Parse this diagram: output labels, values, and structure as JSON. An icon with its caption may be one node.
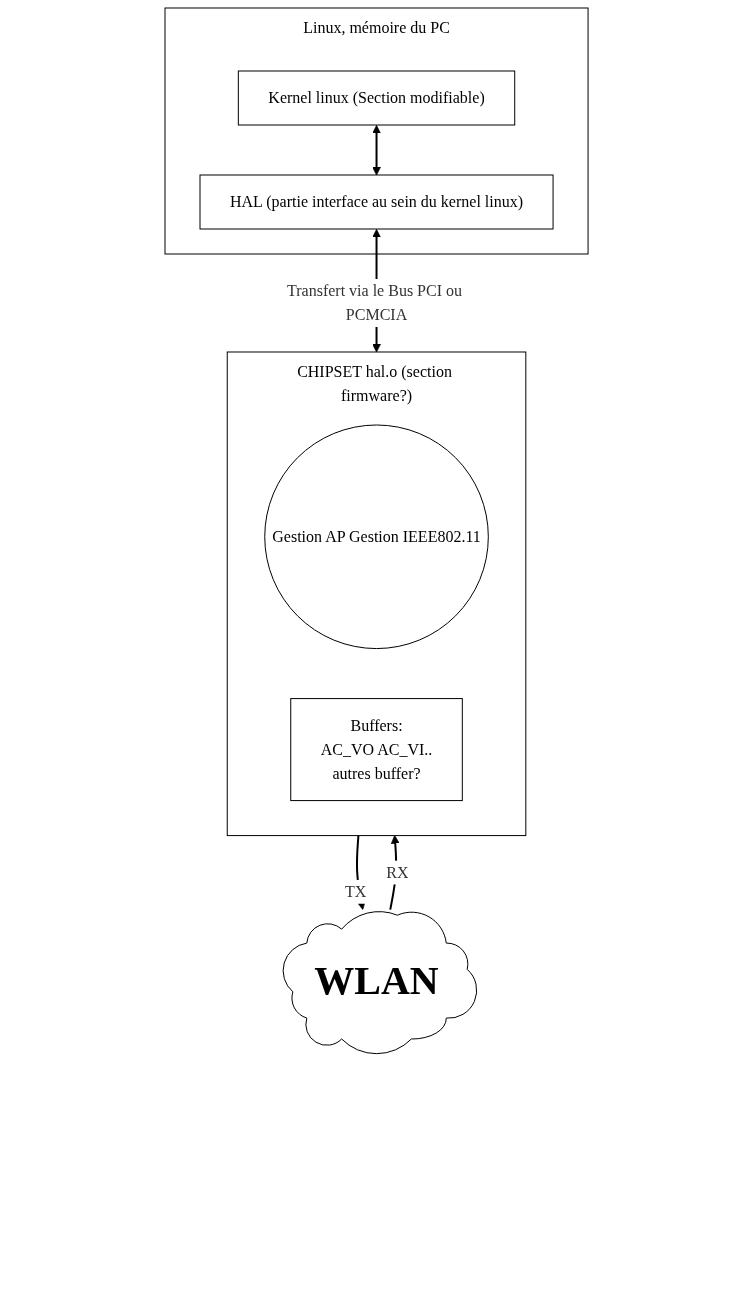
{
  "diagram": {
    "nodes": [
      {
        "text": [
          "Linux, mémoire du PC"
        ]
      },
      {
        "text": [
          "Kernel linux (Section modifiable)"
        ],
        "in": 0
      },
      {
        "text": [
          "HAL (partie interface au sein du kernel linux)"
        ],
        "in": 0
      },
      {
        "text": [
          "CHIPSET hal.o (section firmware?)"
        ]
      },
      {
        "text": [
          "Gestion AP Gestion IEEE802.11"
        ],
        "in": 3
      },
      {
        "text": [
          "Buffers:",
          "AC_VO AC_VI..",
          "autres buffer?"
        ],
        "in": 3
      },
      {
        "text": [
          "WLAN"
        ]
      }
    ],
    "edges": [
      {
        "from": 1,
        "to": 2,
        "arrow": "both"
      },
      {
        "from": 2,
        "to": 3,
        "arrow": "both",
        "label": "Transfert via le Bus PCI ou PCMCIA"
      },
      {
        "from": 6,
        "to": 3,
        "arrow": "to",
        "label": "RX"
      },
      {
        "from": 3,
        "to": 6,
        "arrow": "to",
        "label": "TX"
      }
    ]
  }
}
